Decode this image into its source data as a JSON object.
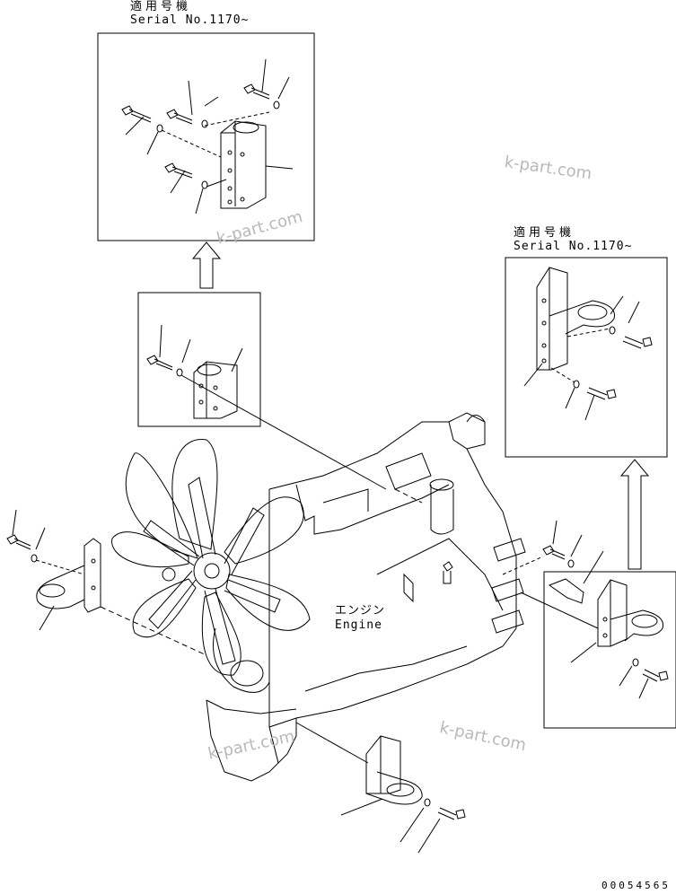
{
  "serial_labels": [
    {
      "jp": "適用号機",
      "serial": "Serial No.1170~"
    },
    {
      "jp": "適用号機",
      "serial": "Serial No.1170~"
    }
  ],
  "engine_label": {
    "jp": "エンジン",
    "en": "Engine"
  },
  "watermark": "k-part.com",
  "part_number": "00054565"
}
